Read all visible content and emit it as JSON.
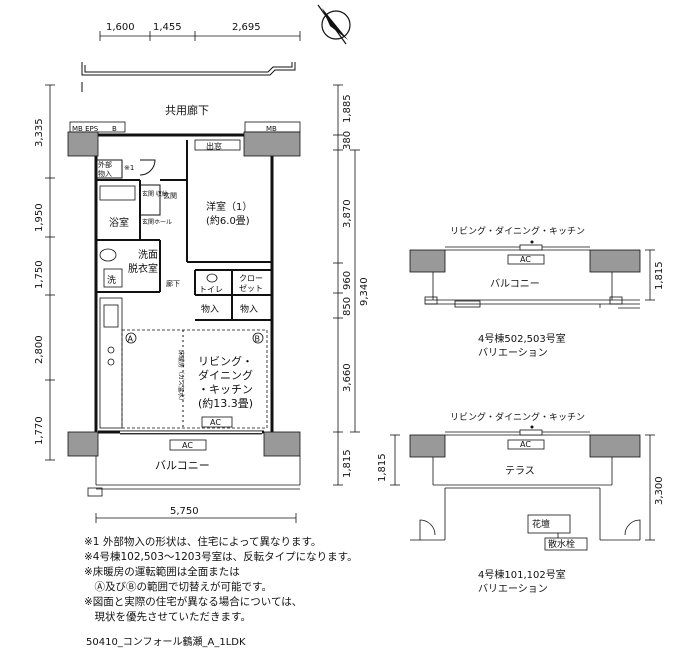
{
  "main_plan": {
    "top_dims": [
      "1,600",
      "1,455",
      "2,695"
    ],
    "left_dims": [
      "3,335",
      "1,950",
      "1,750",
      "2,800",
      "1,770"
    ],
    "right_dims": [
      "1,885",
      "380",
      "3,870",
      "960",
      "850",
      "3,660",
      "1,815"
    ],
    "right_total": "9,340",
    "bottom_dim": "5,750",
    "corridor": "共用廊下",
    "mb_eps": "MB EPS",
    "mb_right": "MB",
    "b_mark": "B",
    "gaibu_bussai_1": "外部",
    "gaibu_bussai_2": "物入",
    "note_mark": "※1",
    "demado": "出窓",
    "genkan": "玄関",
    "genkan_storage": "玄関\n収納",
    "genkan_hall": "玄関ホール",
    "western_room_1": "洋室（1）",
    "western_room_2": "(約6.0畳)",
    "bathroom": "浴室",
    "washroom_1": "洗面",
    "washroom_2": "脱衣室",
    "washer": "洗",
    "hallway": "廊下",
    "toilet": "トイレ",
    "closet_1": "クロー",
    "closet_2": "ゼット",
    "storage_a": "物入",
    "storage_b": "物入",
    "zone_a": "A",
    "zone_b": "B",
    "floor_heating": "床暖房（ガス温水）",
    "ldk_1": "リビング・",
    "ldk_2": "ダイニング",
    "ldk_3": "・キッチン",
    "ldk_4": "(約13.3畳)",
    "ac_inner": "AC",
    "ac_outer": "AC",
    "balcony": "バルコニー"
  },
  "variation_1": {
    "ldk": "リビング・ダイニング・キッチン",
    "ac": "AC",
    "balcony": "バルコニー",
    "dim": "1,815",
    "label_1": "4号棟502,503号室",
    "label_2": "バリエーション"
  },
  "variation_2": {
    "ldk": "リビング・ダイニング・キッチン",
    "ac": "AC",
    "terrace": "テラス",
    "dim_left": "1,815",
    "dim_right": "3,300",
    "kadan": "花壇",
    "drain": "散水栓",
    "label_1": "4号棟101,102号室",
    "label_2": "バリエーション"
  },
  "notes": [
    "※1 外部物入の形状は、住宅によって異なります。",
    "※4号棟102,503～1203号室は、反転タイプになります。",
    "※床暖房の運転範囲は全面または",
    "　Ⓐ及びⒷの範囲で切替えが可能です。",
    "※図面と実際の住宅が異なる場合については、",
    "　現状を優先させていただきます。"
  ],
  "code": "50410_コンフォール鶴瀬_A_1LDK"
}
